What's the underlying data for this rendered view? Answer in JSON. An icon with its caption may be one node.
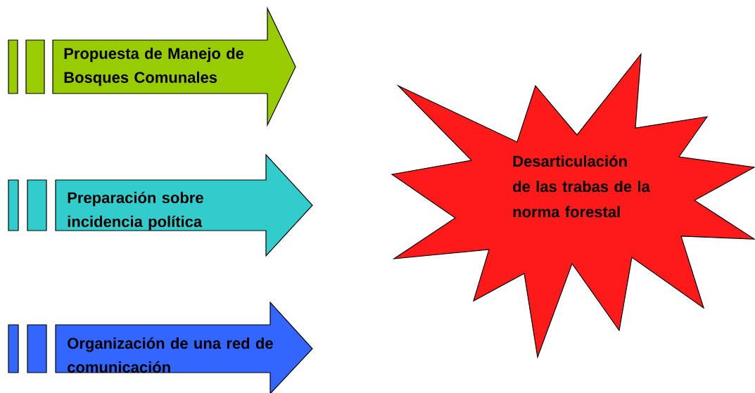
{
  "diagram": {
    "nodes": [
      {
        "text": [
          "Propuesta de Manejo de Bosques Comunales"
        ]
      },
      {
        "text": [
          "Preparación sobre incidencia política"
        ]
      },
      {
        "text": [
          "Organización de una red de comunicación"
        ]
      },
      {
        "text": [
          "Desarticulación de las trabas de la norma forestal"
        ]
      }
    ]
  }
}
